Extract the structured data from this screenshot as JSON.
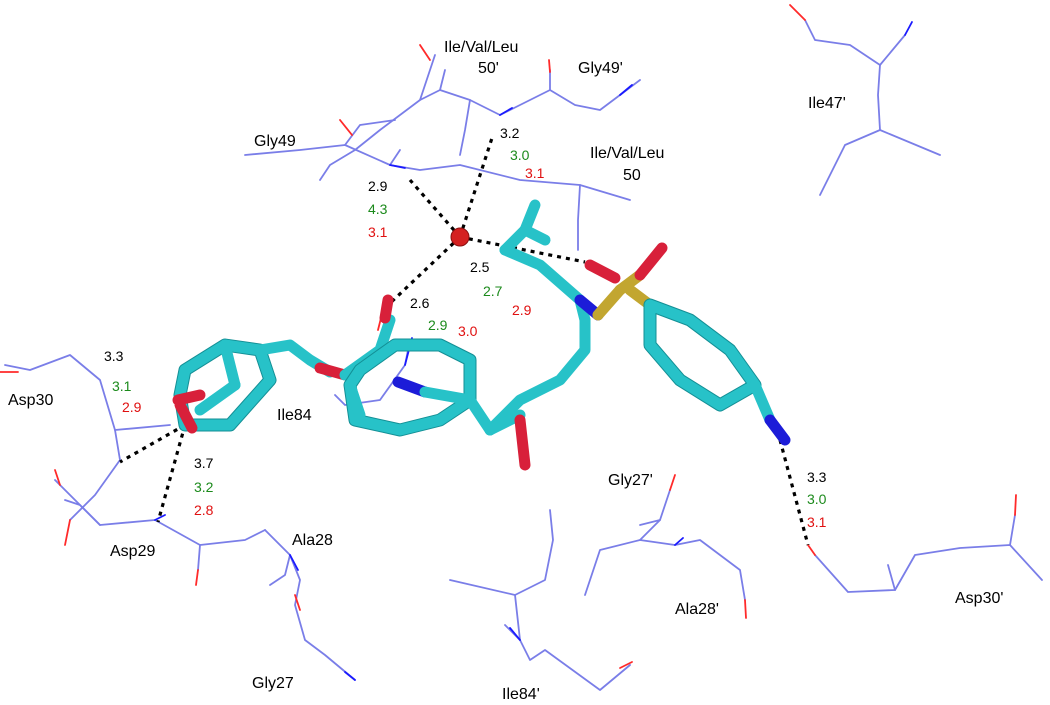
{
  "residue_labels": {
    "ile_val_leu_50p_line1": "Ile/Val/Leu",
    "ile_val_leu_50p_line2": "50'",
    "gly49p": "Gly49'",
    "ile47p": "Ile47'",
    "gly49": "Gly49",
    "ile_val_leu_50_line1": "Ile/Val/Leu",
    "ile_val_leu_50_line2": "50",
    "asp30": "Asp30",
    "ile84": "Ile84",
    "asp29": "Asp29",
    "ala28": "Ala28",
    "gly27": "Gly27",
    "gly27p": "Gly27'",
    "ala28p": "Ala28'",
    "ile84p": "Ile84'",
    "asp30p": "Asp30'"
  },
  "distances": {
    "water_to_gly49": [
      "2.9",
      "4.3",
      "3.1"
    ],
    "water_to_ile50p": [
      "3.2",
      "3.0",
      "3.1"
    ],
    "water_to_sulfonyl": [
      "2.5",
      "2.7",
      "2.9"
    ],
    "water_to_ligand_o": [
      "2.6",
      "2.9",
      "3.0"
    ],
    "thf_to_asp30": [
      "3.3",
      "3.1",
      "2.9"
    ],
    "thf_to_asp29": [
      "3.7",
      "3.2",
      "2.8"
    ],
    "aniline_to_asp30p": [
      "3.3",
      "3.0",
      "3.1"
    ]
  },
  "colors": {
    "background": "#ffffff",
    "protein_carbon": "#7a7ee8",
    "protein_nitrogen": "#1a1aff",
    "protein_oxygen": "#ff2a2a",
    "ligand_carbon": "#27c2c8",
    "ligand_oxygen": "#d8203a",
    "ligand_nitrogen": "#1c1cd8",
    "ligand_sulfur": "#c2a630",
    "water": "#d42020",
    "hbond": "#000000",
    "dist_first": "#000000",
    "dist_second": "#1b8a1b",
    "dist_third": "#e01010"
  }
}
